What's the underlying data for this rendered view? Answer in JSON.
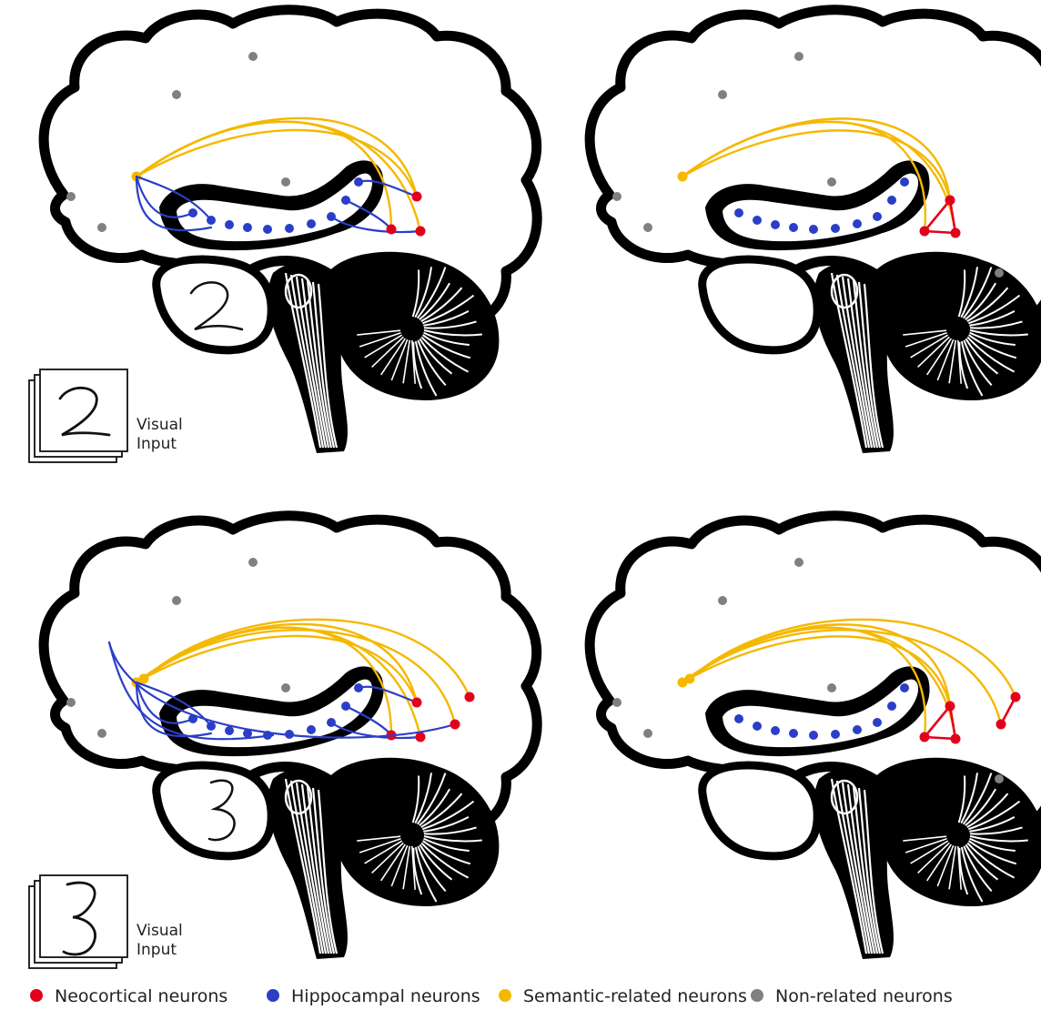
{
  "colors": {
    "neocortical": "#e3001b",
    "hippocampal": "#2b3ec8",
    "semantic": "#f5b800",
    "nonrelated": "#808080",
    "outline": "#000000"
  },
  "panels": [
    {
      "id": "p1",
      "digit": "2",
      "has_input": true,
      "input_line1": "Visual",
      "input_line2": "Input",
      "hippo_connections": true,
      "concepts": 1
    },
    {
      "id": "p2",
      "digit": "",
      "has_input": false,
      "input_line1": "",
      "input_line2": "",
      "hippo_connections": false,
      "concepts": 1
    },
    {
      "id": "p3",
      "digit": "3",
      "has_input": true,
      "input_line1": "Visual",
      "input_line2": "Input",
      "hippo_connections": true,
      "concepts": 2
    },
    {
      "id": "p4",
      "digit": "",
      "has_input": false,
      "input_line1": "",
      "input_line2": "",
      "hippo_connections": false,
      "concepts": 2
    }
  ],
  "legend": [
    {
      "key": "neocortical",
      "label": "Neocortical neurons",
      "color": "#e3001b"
    },
    {
      "key": "hippocampal",
      "label": "Hippocampal neurons",
      "color": "#2b3ec8"
    },
    {
      "key": "semantic",
      "label": "Semantic-related neurons",
      "color": "#f5b800"
    },
    {
      "key": "nonrelated",
      "label": "Non-related neurons",
      "color": "#808080"
    }
  ]
}
